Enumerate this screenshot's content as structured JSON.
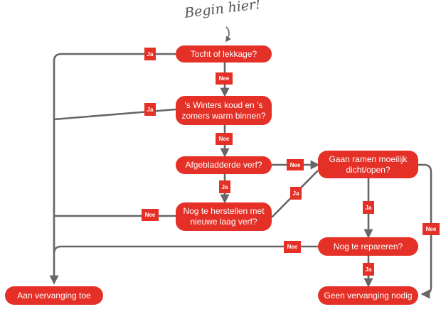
{
  "colors": {
    "node": "#e43026",
    "line": "#666666",
    "text_on_node": "#ffffff",
    "annotation": "#555555"
  },
  "start_label": "Begin hier!",
  "nodes": {
    "n1": "Tocht of lekkage?",
    "n2_line1": "'s Winters koud en 's",
    "n2_line2": "zomers warm binnen?",
    "n3": "Afgebladderde verf?",
    "n4_line1": "Nog te herstellen met",
    "n4_line2": "nieuwe laag verf?",
    "n5_line1": "Gaan ramen moeilijk",
    "n5_line2": "dicht/open?",
    "n6": "Nog te repareren?",
    "end_replace": "Aan vervanging toe",
    "end_none": "Geen vervanging nodig"
  },
  "edge_labels": {
    "yes": "Ja",
    "no": "Nee"
  }
}
